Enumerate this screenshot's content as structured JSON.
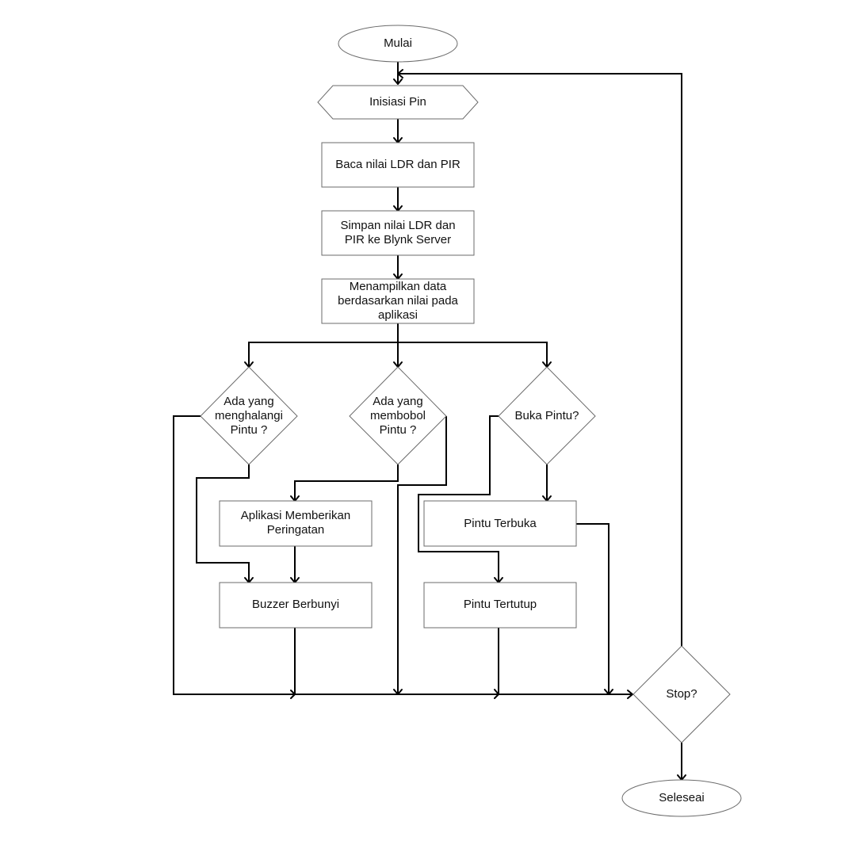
{
  "nodes": {
    "start": [
      "Mulai"
    ],
    "init_pin": [
      "Inisiasi Pin"
    ],
    "read_sensors": [
      "Baca nilai LDR dan PIR"
    ],
    "save_blynk": [
      "Simpan nilai LDR dan",
      "PIR ke Blynk Server"
    ],
    "display_data": [
      "Menampilkan data",
      "berdasarkan nilai pada",
      "aplikasi"
    ],
    "decision_block": [
      "Ada yang",
      "menghalangi",
      "Pintu ?"
    ],
    "decision_breach": [
      "Ada yang",
      "membobol",
      "Pintu ?"
    ],
    "decision_open": [
      "Buka Pintu?"
    ],
    "app_warning": [
      "Aplikasi Memberikan",
      "Peringatan"
    ],
    "buzzer": [
      "Buzzer Berbunyi"
    ],
    "door_open": [
      "Pintu Terbuka"
    ],
    "door_closed": [
      "Pintu Tertutup"
    ],
    "decision_stop": [
      "Stop?"
    ],
    "end": [
      "Seleseai"
    ]
  }
}
